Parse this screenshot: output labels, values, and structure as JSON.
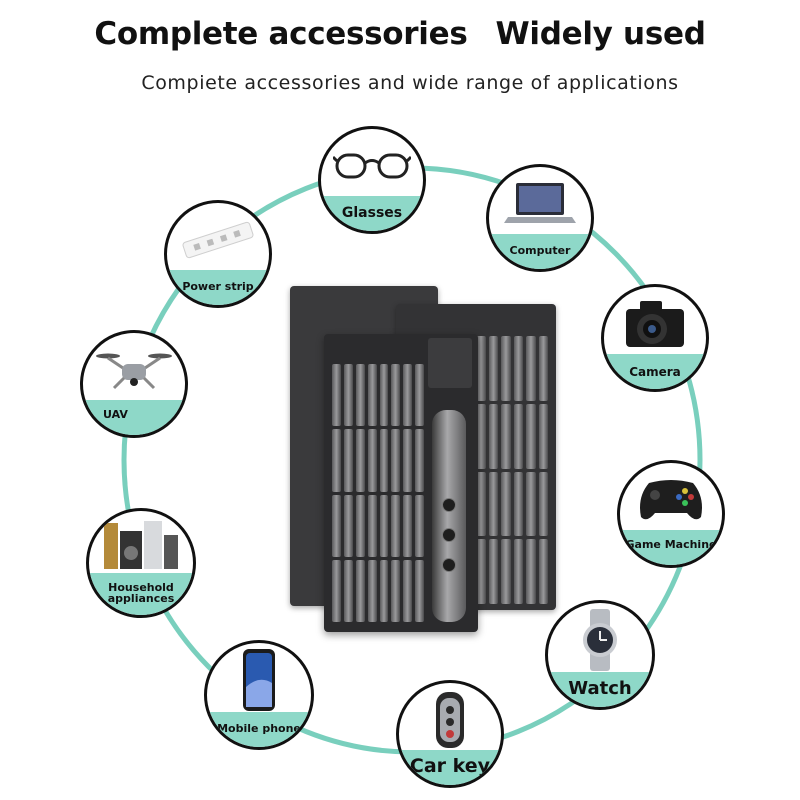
{
  "header": {
    "title_left": "Complete accessories",
    "title_right": "Widely used",
    "subtitle": "Compiete accessories and wide range of applications"
  },
  "colors": {
    "ring": "#79cfbd",
    "band": "#8ed8c8",
    "outline": "#111111",
    "kit_dark": "#2b2b2d"
  },
  "applications": [
    {
      "id": "glasses",
      "label": "Glasses",
      "icon": "glasses-icon"
    },
    {
      "id": "computer",
      "label": "Computer",
      "icon": "laptop-icon"
    },
    {
      "id": "camera",
      "label": "Camera",
      "icon": "camera-icon"
    },
    {
      "id": "game",
      "label": "Game Machine",
      "icon": "gamepad-icon"
    },
    {
      "id": "watch",
      "label": "Watch",
      "icon": "watch-icon"
    },
    {
      "id": "carkey",
      "label": "Car key",
      "icon": "car-key-icon"
    },
    {
      "id": "mobile",
      "label": "Mobile phone",
      "icon": "phone-icon"
    },
    {
      "id": "household",
      "label": "Household appliances",
      "icon": "appliances-icon"
    },
    {
      "id": "uav",
      "label": "UAV",
      "icon": "drone-icon"
    },
    {
      "id": "powerstrip",
      "label": "Power strip",
      "icon": "power-strip-icon"
    }
  ]
}
